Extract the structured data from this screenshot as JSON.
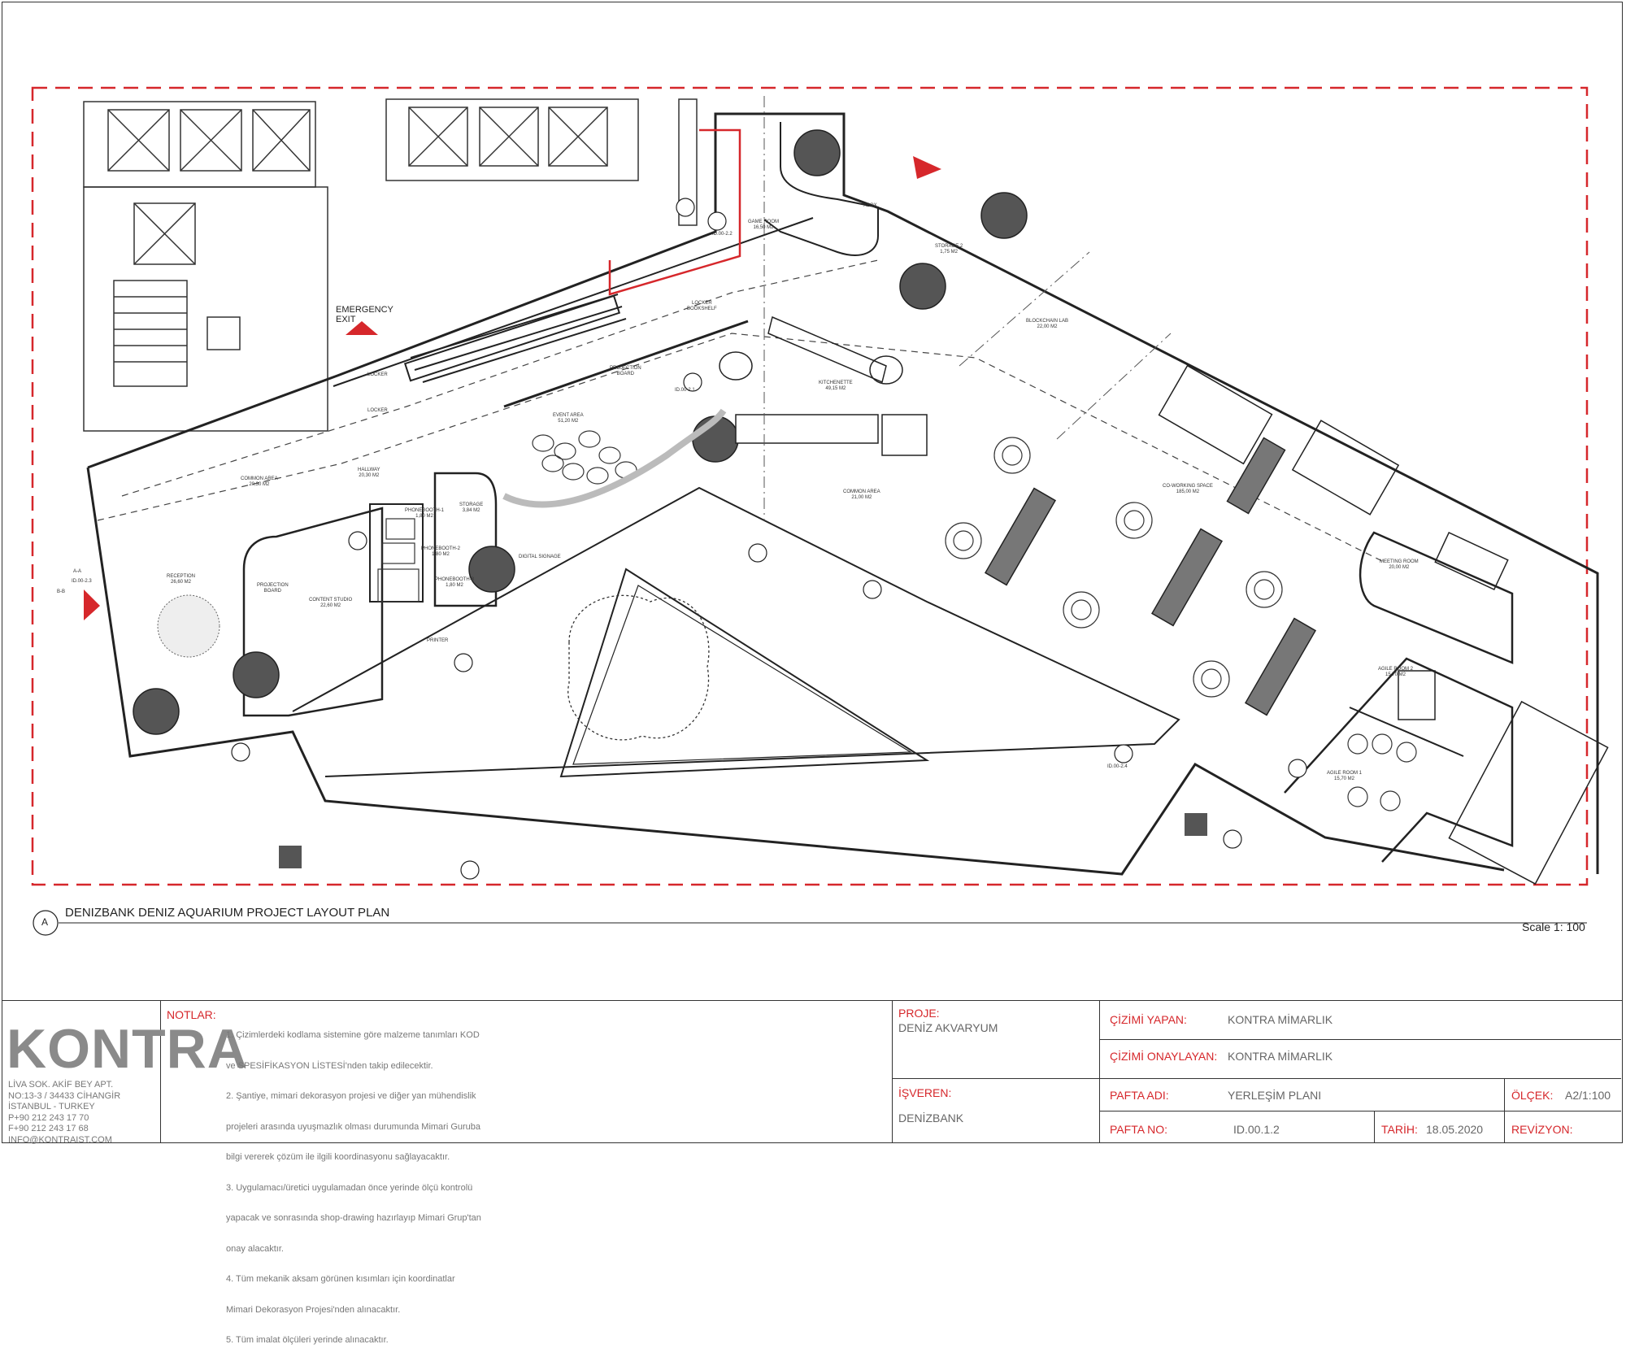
{
  "drawing": {
    "emergency_exit": [
      "EMERGENCY",
      "EXIT"
    ],
    "plan_marker": "A",
    "plan_title": "DENIZBANK DENIZ AQUARIUM PROJECT LAYOUT PLAN",
    "scale": "Scale 1: 100",
    "rooms": [
      {
        "name": "GAME ROOM",
        "area": "16,50 M2"
      },
      {
        "name": "XBOX",
        "area": ""
      },
      {
        "name": "STORAGE 2",
        "area": "1,75 M2"
      },
      {
        "name": "LOCKER",
        "area": "BOOKSHELF"
      },
      {
        "name": "BLOCKCHAIN LAB",
        "area": "22,00 M2"
      },
      {
        "name": "KITCHENETTE",
        "area": "49,15 M2"
      },
      {
        "name": "PROJECTION",
        "area": "BOARD"
      },
      {
        "name": "LOCKER",
        "area": ""
      },
      {
        "name": "LOCKER",
        "area": ""
      },
      {
        "name": "EVENT AREA",
        "area": "51,20 M2"
      },
      {
        "name": "COMMON AREA",
        "area": "20,30 M2"
      },
      {
        "name": "HALLWAY",
        "area": "20,30 M2"
      },
      {
        "name": "COMMON AREA",
        "area": "21,00 M2"
      },
      {
        "name": "CO-WORKING SPACE",
        "area": "185,00 M2"
      },
      {
        "name": "MEETING ROOM",
        "area": "20,00 M2"
      },
      {
        "name": "PHONEBOOTH-1",
        "area": "1,80 M2"
      },
      {
        "name": "PHONEBOOTH-2",
        "area": "1,80 M2"
      },
      {
        "name": "PHONEBOOTH-3",
        "area": "1,80 M2"
      },
      {
        "name": "STORAGE",
        "area": "3,84 M2"
      },
      {
        "name": "DIGITAL SIGNAGE",
        "area": ""
      },
      {
        "name": "CONTENT STUDIO",
        "area": "22,60 M2"
      },
      {
        "name": "PROJECTION",
        "area": "BOARD"
      },
      {
        "name": "RECEPTION",
        "area": "26,60 M2"
      },
      {
        "name": "PRINTER",
        "area": ""
      },
      {
        "name": "AGILE ROOM 2",
        "area": "15,70 M2"
      },
      {
        "name": "AGILE ROOM 1",
        "area": "15,70 M2"
      }
    ],
    "section_tags": [
      "A-A",
      "B-B",
      "ID.00-2.1",
      "ID.00-2.2",
      "ID.00-2.3",
      "ID.00-2.4"
    ]
  },
  "title_block": {
    "logo": "KONTRA",
    "address": [
      "LİVA SOK. AKİF BEY APT.",
      "NO:13-3 / 34433 CİHANGİR",
      "İSTANBUL - TURKEY",
      "P+90 212 243 17 70",
      "F+90 212 243 17 68",
      "INFO@KONTRAIST.COM"
    ],
    "notes_label": "NOTLAR:",
    "notes": [
      "1. Çizimlerdeki kodlama sistemine göre malzeme tanımları KOD",
      "ve SPESİFİKASYON LİSTESİ'nden takip edilecektir.",
      "2. Şantiye, mimari dekorasyon projesi ve diğer yan mühendislik",
      "projeleri arasında uyuşmazlık olması durumunda Mimari Guruba",
      "bilgi vererek çözüm ile ilgili koordinasyonu sağlayacaktır.",
      "3. Uygulamacı/üretici uygulamadan önce yerinde ölçü kontrolü",
      "yapacak ve sonrasında shop-drawing hazırlayıp Mimari Grup'tan",
      "onay alacaktır.",
      "4. Tüm mekanik aksam görünen kısımları için koordinatlar",
      "Mimari Dekorasyon Projesi'nden alınacaktır.",
      "5. Tüm imalat ölçüleri yerinde alınacaktır."
    ],
    "project_label": "PROJE:",
    "project_value": "DENİZ AKVARYUM",
    "employer_label": "İŞVEREN:",
    "employer_value": "DENİZBANK",
    "drawn_by_label": "ÇİZİMİ YAPAN:",
    "drawn_by_value": "KONTRA MİMARLIK",
    "approved_by_label": "ÇİZİMİ ONAYLAYAN:",
    "approved_by_value": "KONTRA MİMARLIK",
    "sheet_name_label": "PAFTA ADI:",
    "sheet_name_value": "YERLEŞİM PLANI",
    "scale_label": "ÖLÇEK:",
    "scale_value": "A2/1:100",
    "sheet_no_label": "PAFTA NO:",
    "sheet_no_value": "ID.00.1.2",
    "date_label": "TARİH:",
    "date_value": "18.05.2020",
    "revision_label": "REVİZYON:"
  },
  "colors": {
    "accent_red": "#d6272b",
    "line": "#222222",
    "text_gray": "#777777"
  }
}
